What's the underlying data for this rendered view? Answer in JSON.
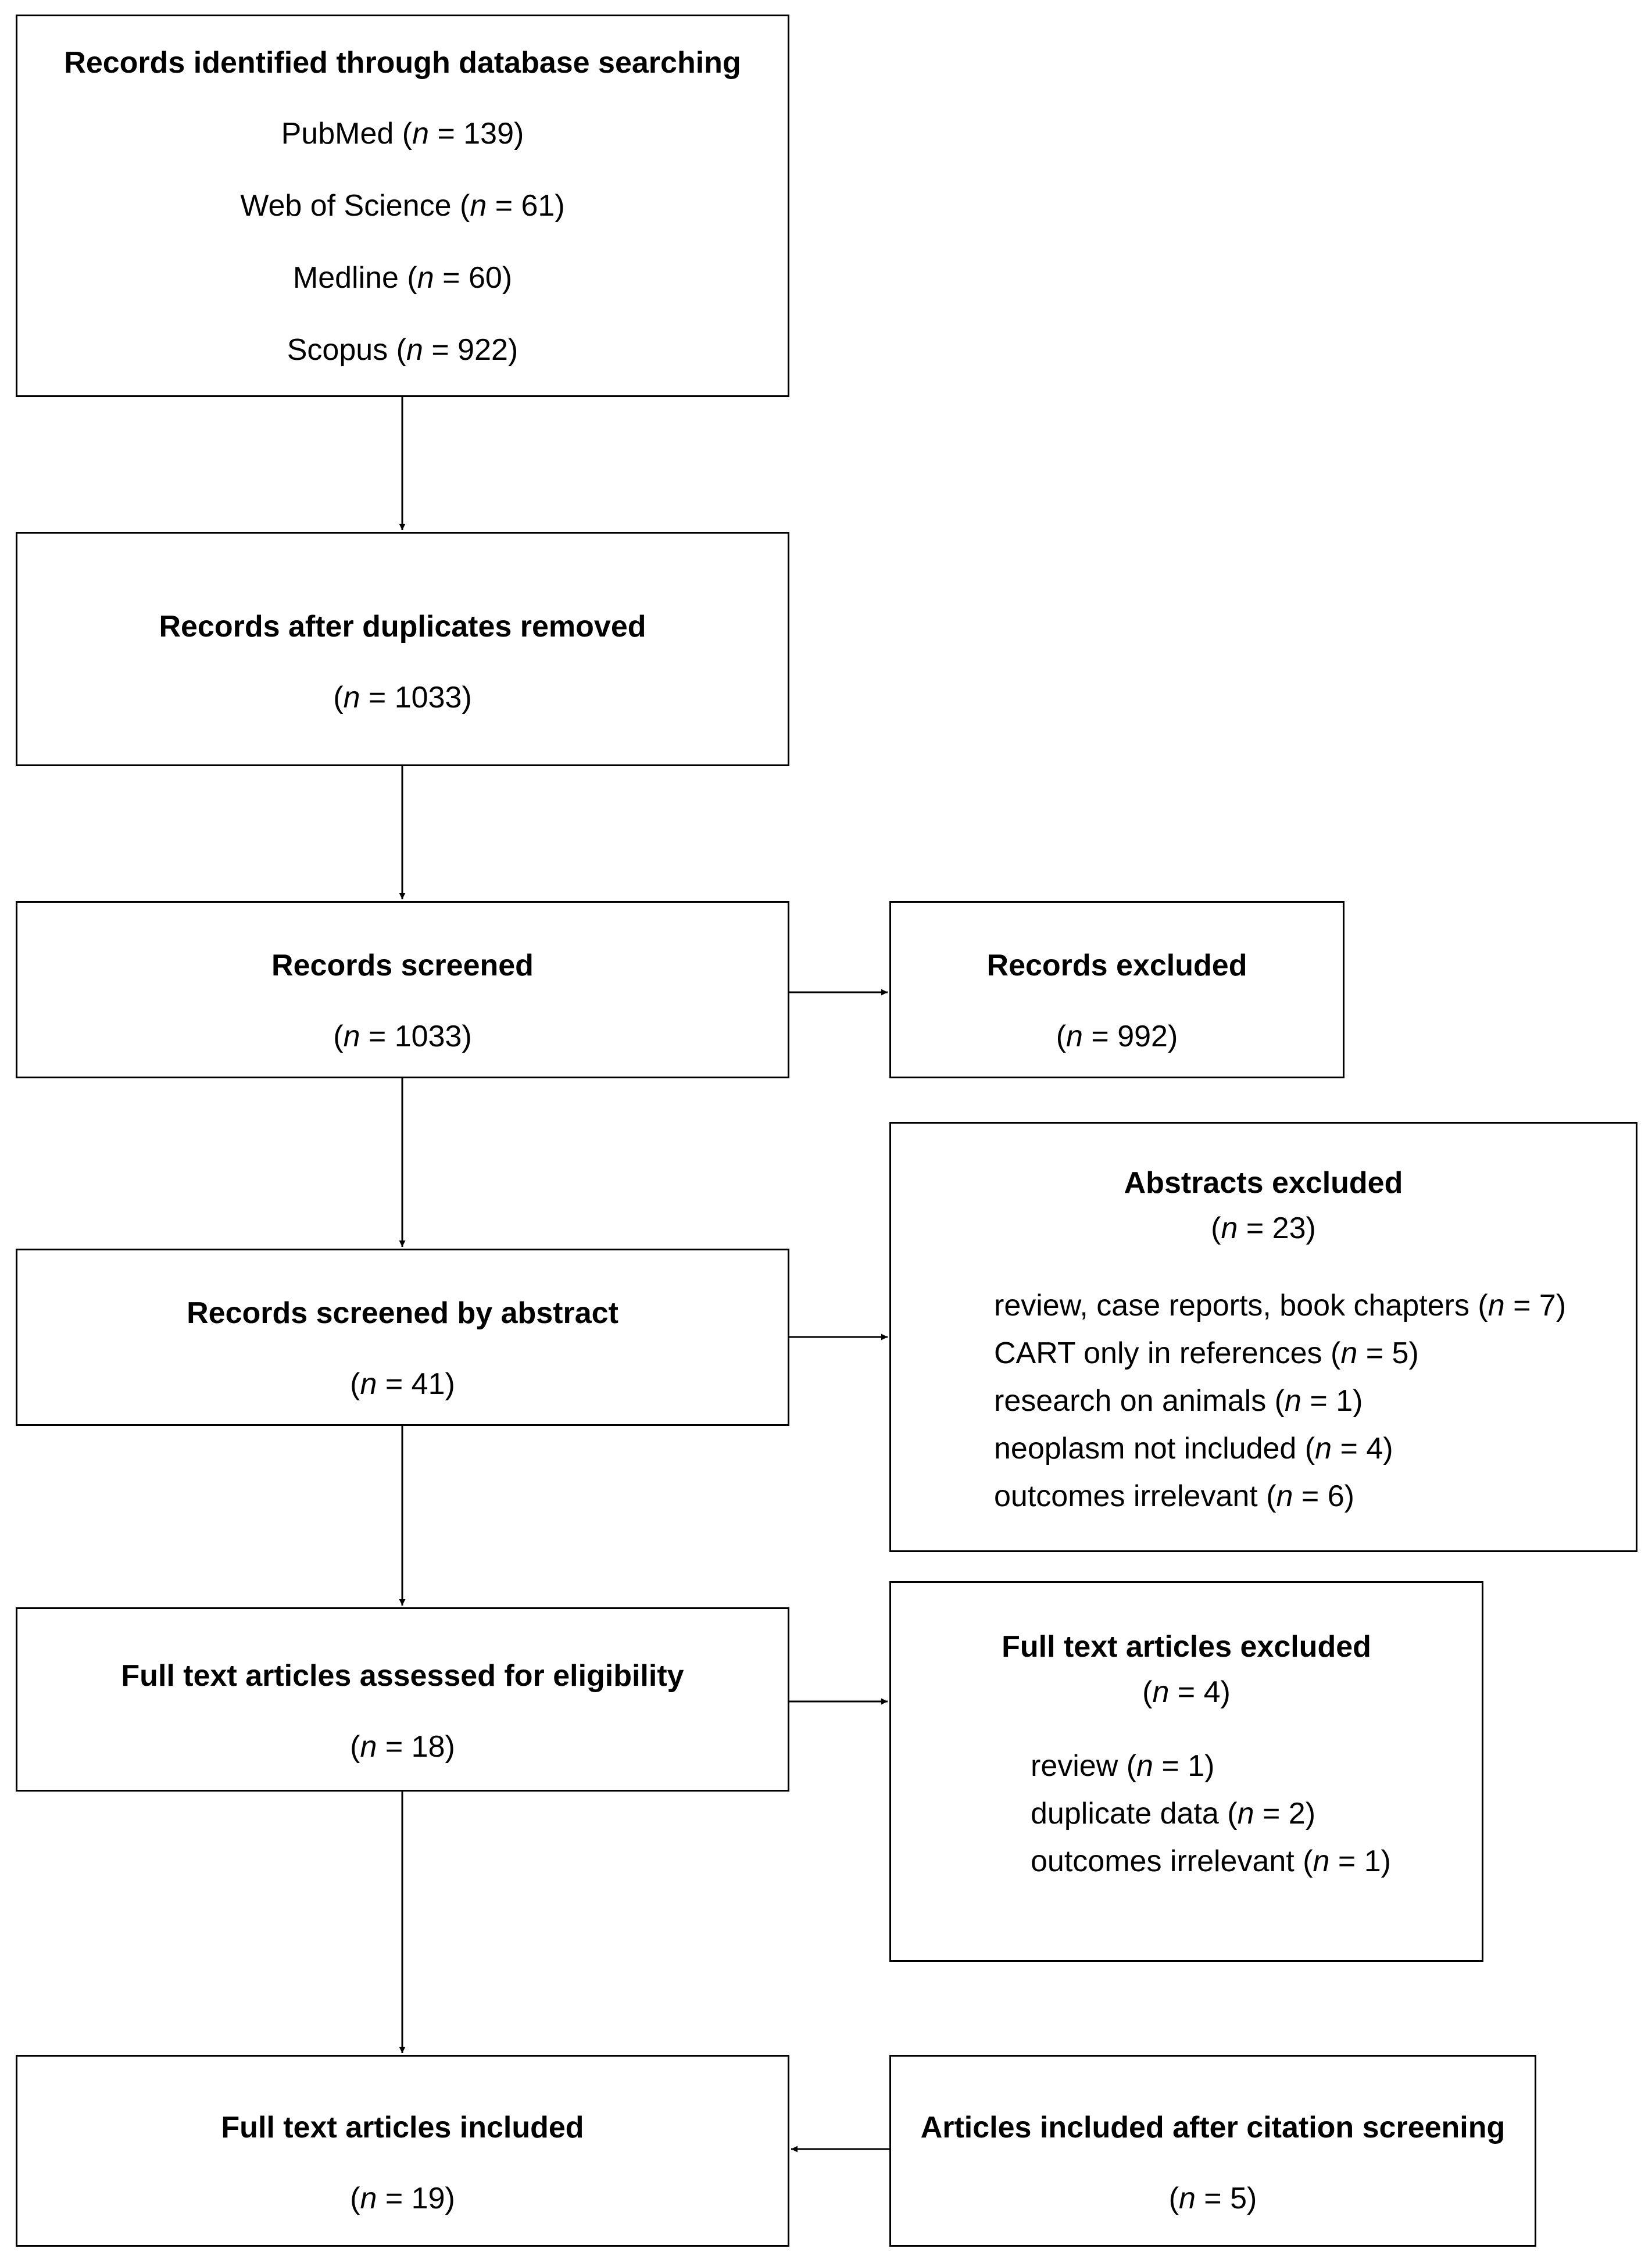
{
  "identified": {
    "title": "Records identified through database searching",
    "sources": [
      {
        "name": "PubMed",
        "count": "139"
      },
      {
        "name": "Web of Science",
        "count": "61"
      },
      {
        "name": "Medline",
        "count": "60"
      },
      {
        "name": "Scopus",
        "count": "922"
      }
    ]
  },
  "duplicates_removed": {
    "title": "Records after duplicates removed",
    "count": "1033"
  },
  "screened": {
    "title": "Records screened",
    "count": "1033"
  },
  "excluded": {
    "title": "Records excluded",
    "count": "992"
  },
  "abstract_screened": {
    "title": "Records screened by abstract",
    "count": "41"
  },
  "abstracts_excluded": {
    "title": "Abstracts excluded",
    "count": "23",
    "reasons": [
      {
        "label": "review, case reports, book chapters",
        "count": "7"
      },
      {
        "label": "CART only in references",
        "count": "5"
      },
      {
        "label": "research on animals",
        "count": "1"
      },
      {
        "label": "neoplasm not included",
        "count": "4"
      },
      {
        "label": "outcomes irrelevant",
        "count": "6"
      }
    ]
  },
  "fulltext_assessed": {
    "title": "Full text articles assessed for eligibility",
    "count": "18"
  },
  "fulltext_excluded": {
    "title": "Full text articles excluded",
    "count": "4",
    "reasons": [
      {
        "label": "review",
        "count": "1"
      },
      {
        "label": "duplicate data",
        "count": "2"
      },
      {
        "label": "outcomes irrelevant",
        "count": "1"
      }
    ]
  },
  "included": {
    "title": "Full text articles included",
    "count": "19"
  },
  "citation": {
    "title": "Articles included after citation screening",
    "count": "5"
  },
  "n_symbol": "n"
}
